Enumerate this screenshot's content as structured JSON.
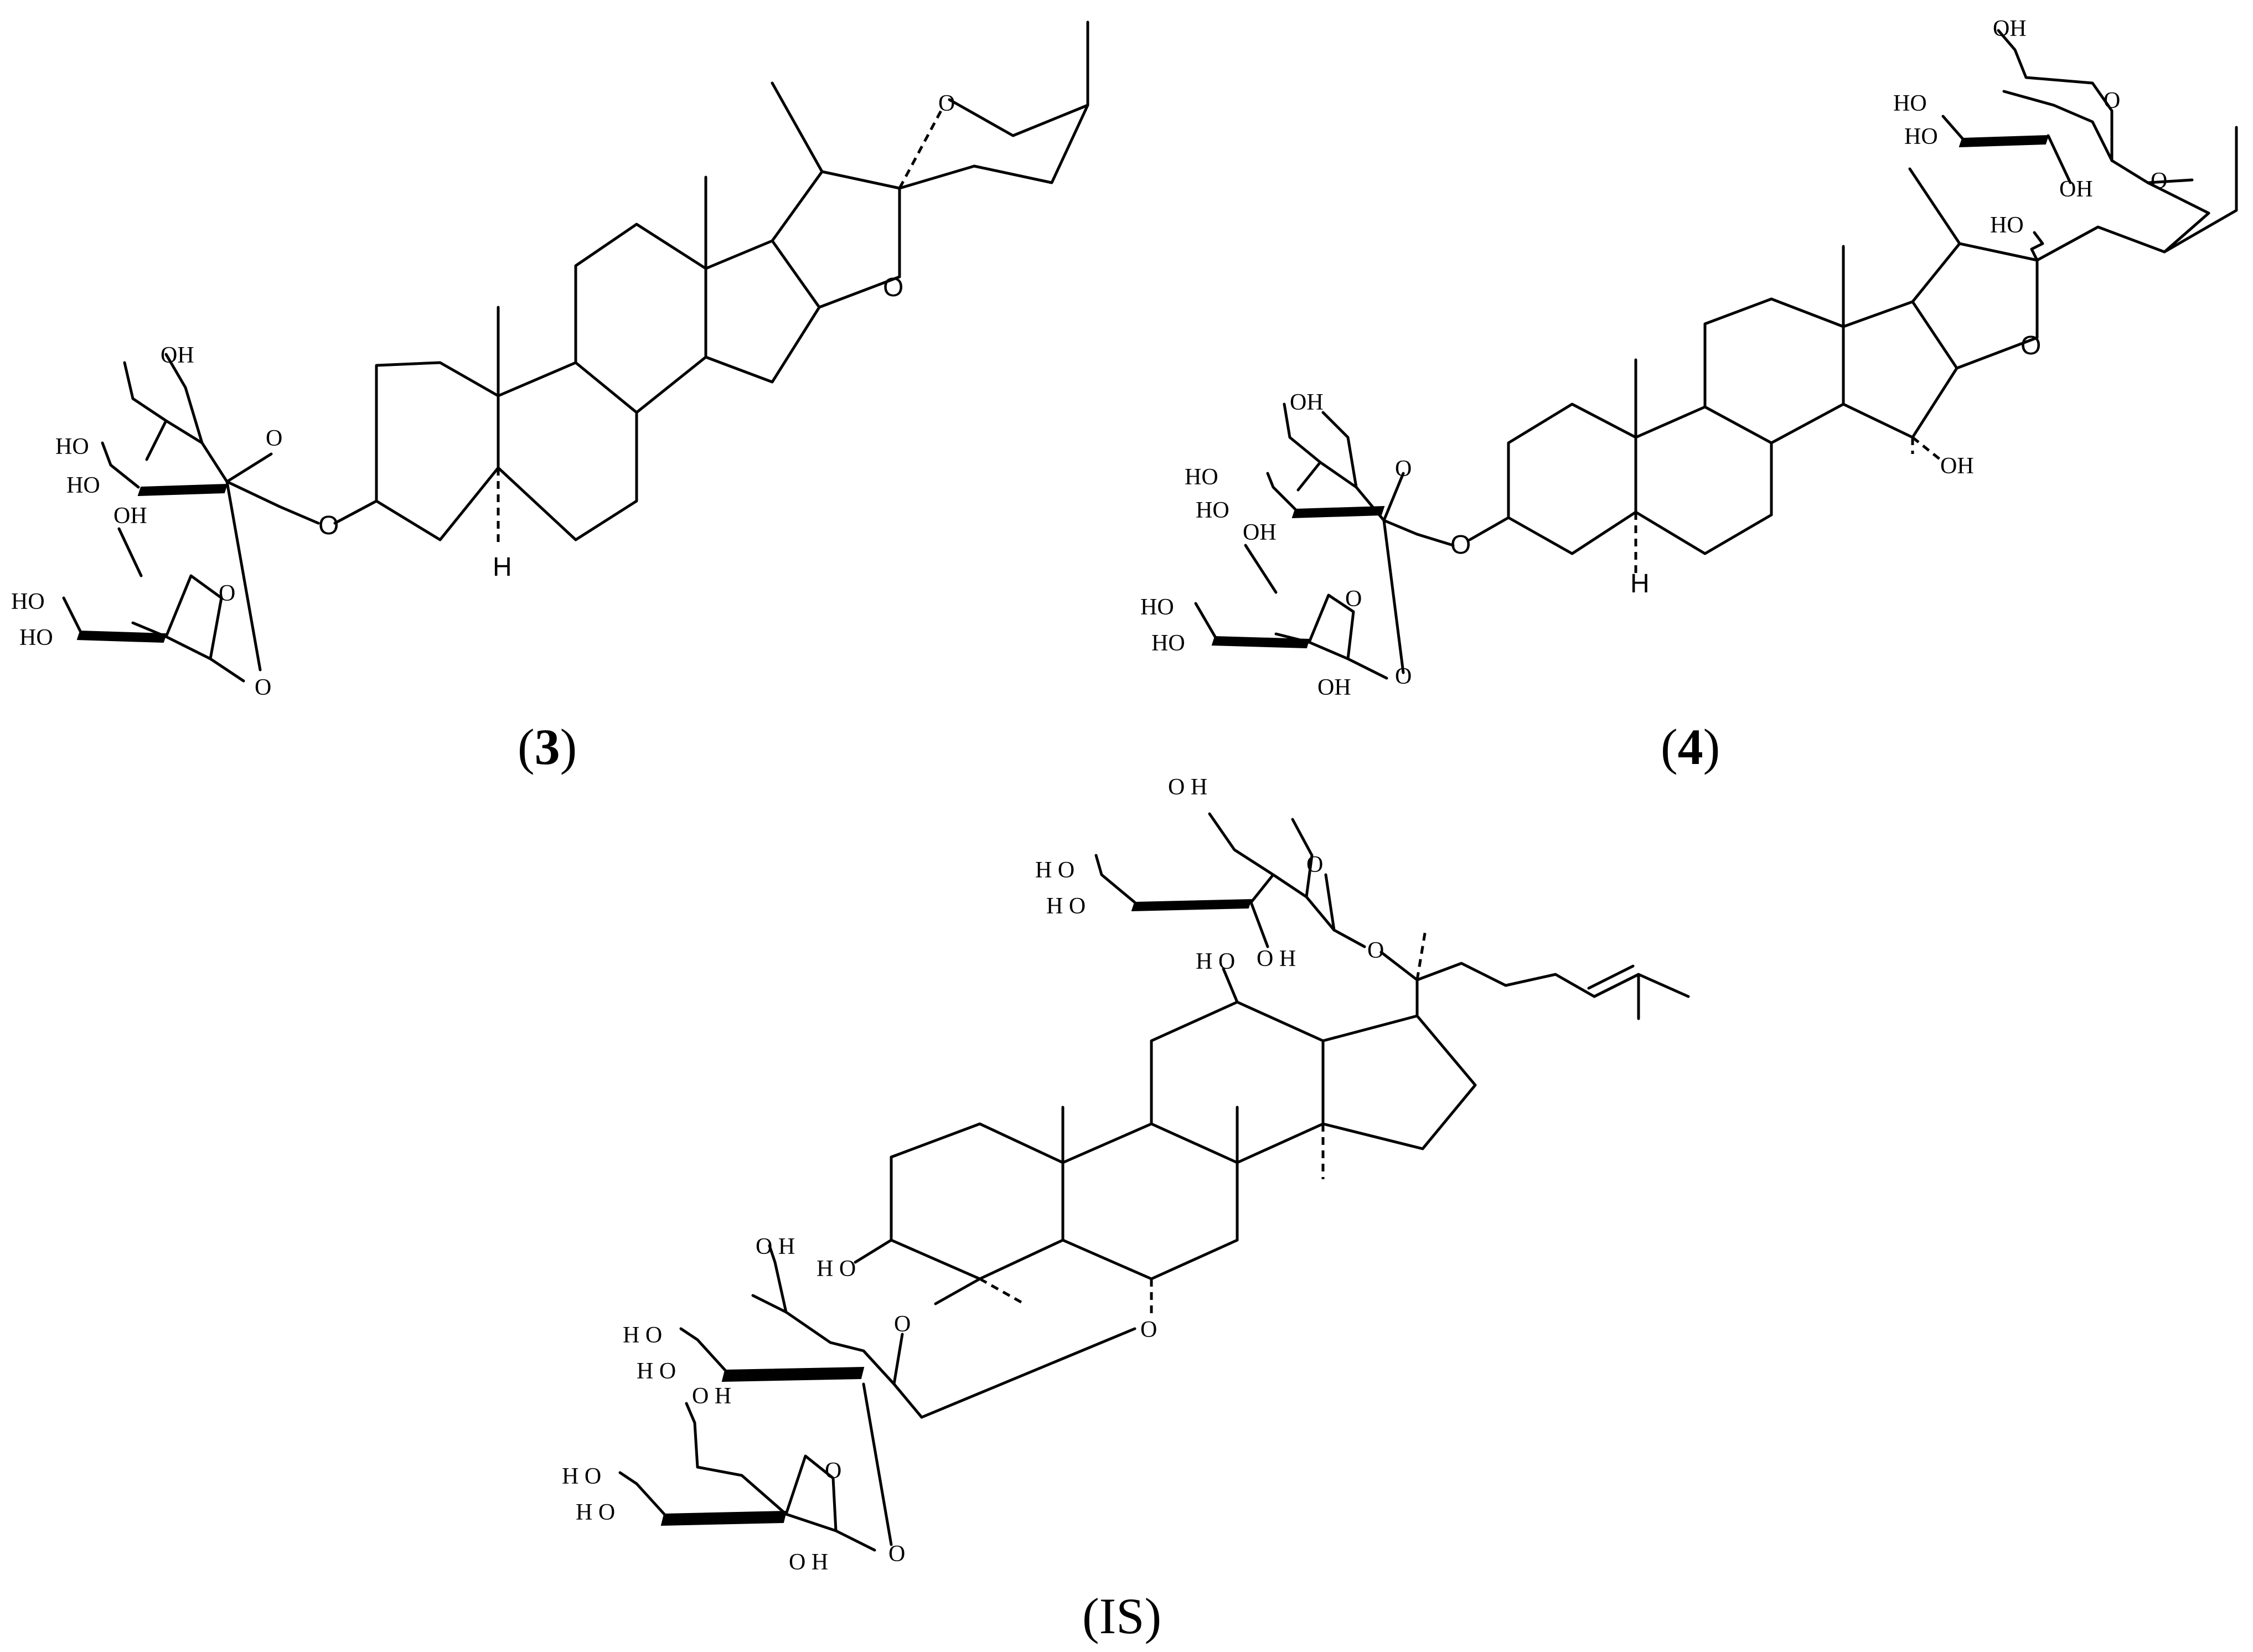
{
  "figure": {
    "captions": {
      "compound_3": {
        "open": "(",
        "number": "3",
        "close": ")"
      },
      "compound_4": {
        "open": "(",
        "number": "4",
        "close": ")"
      },
      "internal_standard": "(IS)"
    },
    "atom_labels": {
      "oh": "OH",
      "ho": "HO",
      "o": "O",
      "h": "H",
      "ho_spaced": "H O",
      "oh_spaced": "O H"
    }
  }
}
